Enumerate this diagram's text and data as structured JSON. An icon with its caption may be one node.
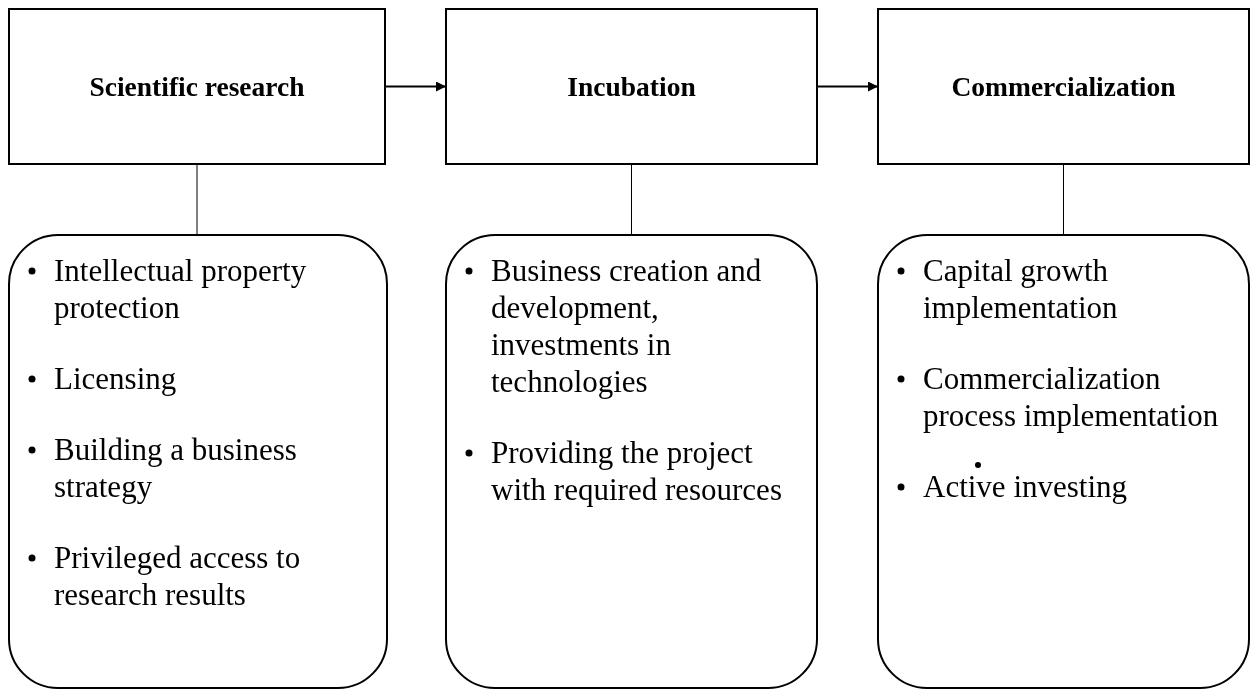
{
  "diagram": {
    "nodes": [
      {
        "text": [
          "Scientific research"
        ]
      },
      {
        "text": [
          "Incubation"
        ]
      },
      {
        "text": [
          "Commercialization"
        ]
      },
      {
        "text": [
          "Intellectual property protection",
          "Licensing",
          "Building a business strategy",
          "Privileged access to research results"
        ]
      },
      {
        "text": [
          "Business creation and development, investments in technologies",
          "Providing the project with required resources"
        ]
      },
      {
        "text": [
          "Capital growth implementation",
          "Commercialization process implementation",
          "Active investing"
        ]
      }
    ],
    "edges": [
      {
        "from": 0,
        "to": 1,
        "arrow": "to"
      },
      {
        "from": 1,
        "to": 2,
        "arrow": "to"
      },
      {
        "from": 0,
        "to": 3,
        "arrow": "none"
      },
      {
        "from": 1,
        "to": 4,
        "arrow": "none"
      },
      {
        "from": 2,
        "to": 5,
        "arrow": "none"
      }
    ]
  }
}
